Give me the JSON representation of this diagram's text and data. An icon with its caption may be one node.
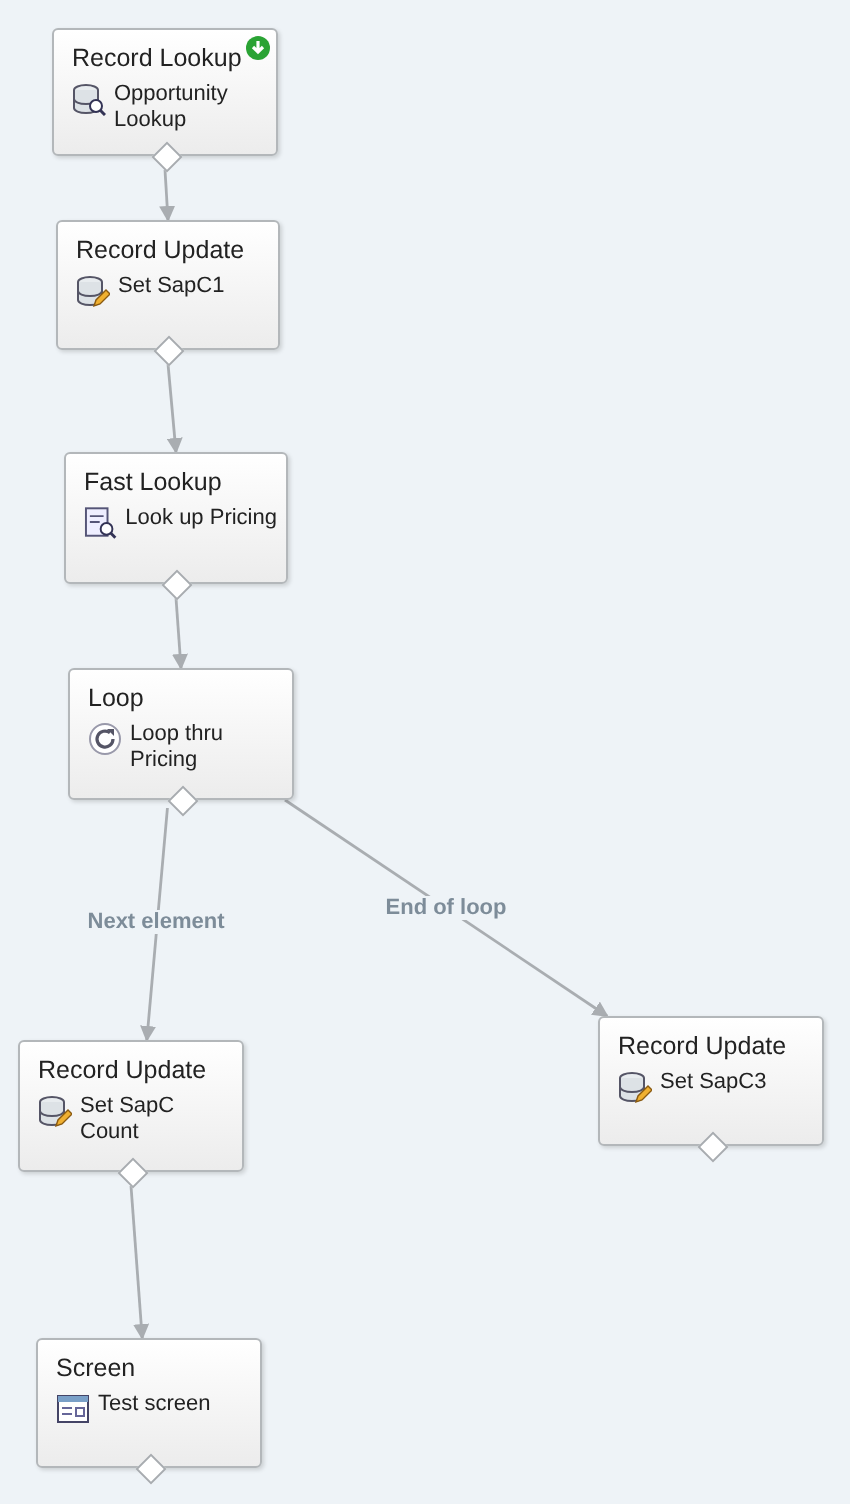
{
  "diagram": {
    "nodes": [
      {
        "text": [
          "Record Lookup",
          "Opportunity Lookup"
        ]
      },
      {
        "text": [
          "Record Update",
          "Set SapC1"
        ]
      },
      {
        "text": [
          "Fast Lookup",
          "Look up Pricing"
        ]
      },
      {
        "text": [
          "Loop",
          "Loop thru Pricing"
        ]
      },
      {
        "text": [
          "Record Update",
          "Set SapC Count"
        ]
      },
      {
        "text": [
          "Record Update",
          "Set SapC3"
        ]
      },
      {
        "text": [
          "Screen",
          "Test screen"
        ]
      }
    ],
    "edges": [
      {
        "from": 0,
        "to": 1,
        "arrow": "to"
      },
      {
        "from": 1,
        "to": 2,
        "arrow": "to"
      },
      {
        "from": 2,
        "to": 3,
        "arrow": "to"
      },
      {
        "from": 3,
        "to": 4,
        "arrow": "to",
        "label": "Next element"
      },
      {
        "from": 3,
        "to": 5,
        "arrow": "to",
        "label": "End of loop"
      },
      {
        "from": 4,
        "to": 6,
        "arrow": "to"
      }
    ]
  }
}
